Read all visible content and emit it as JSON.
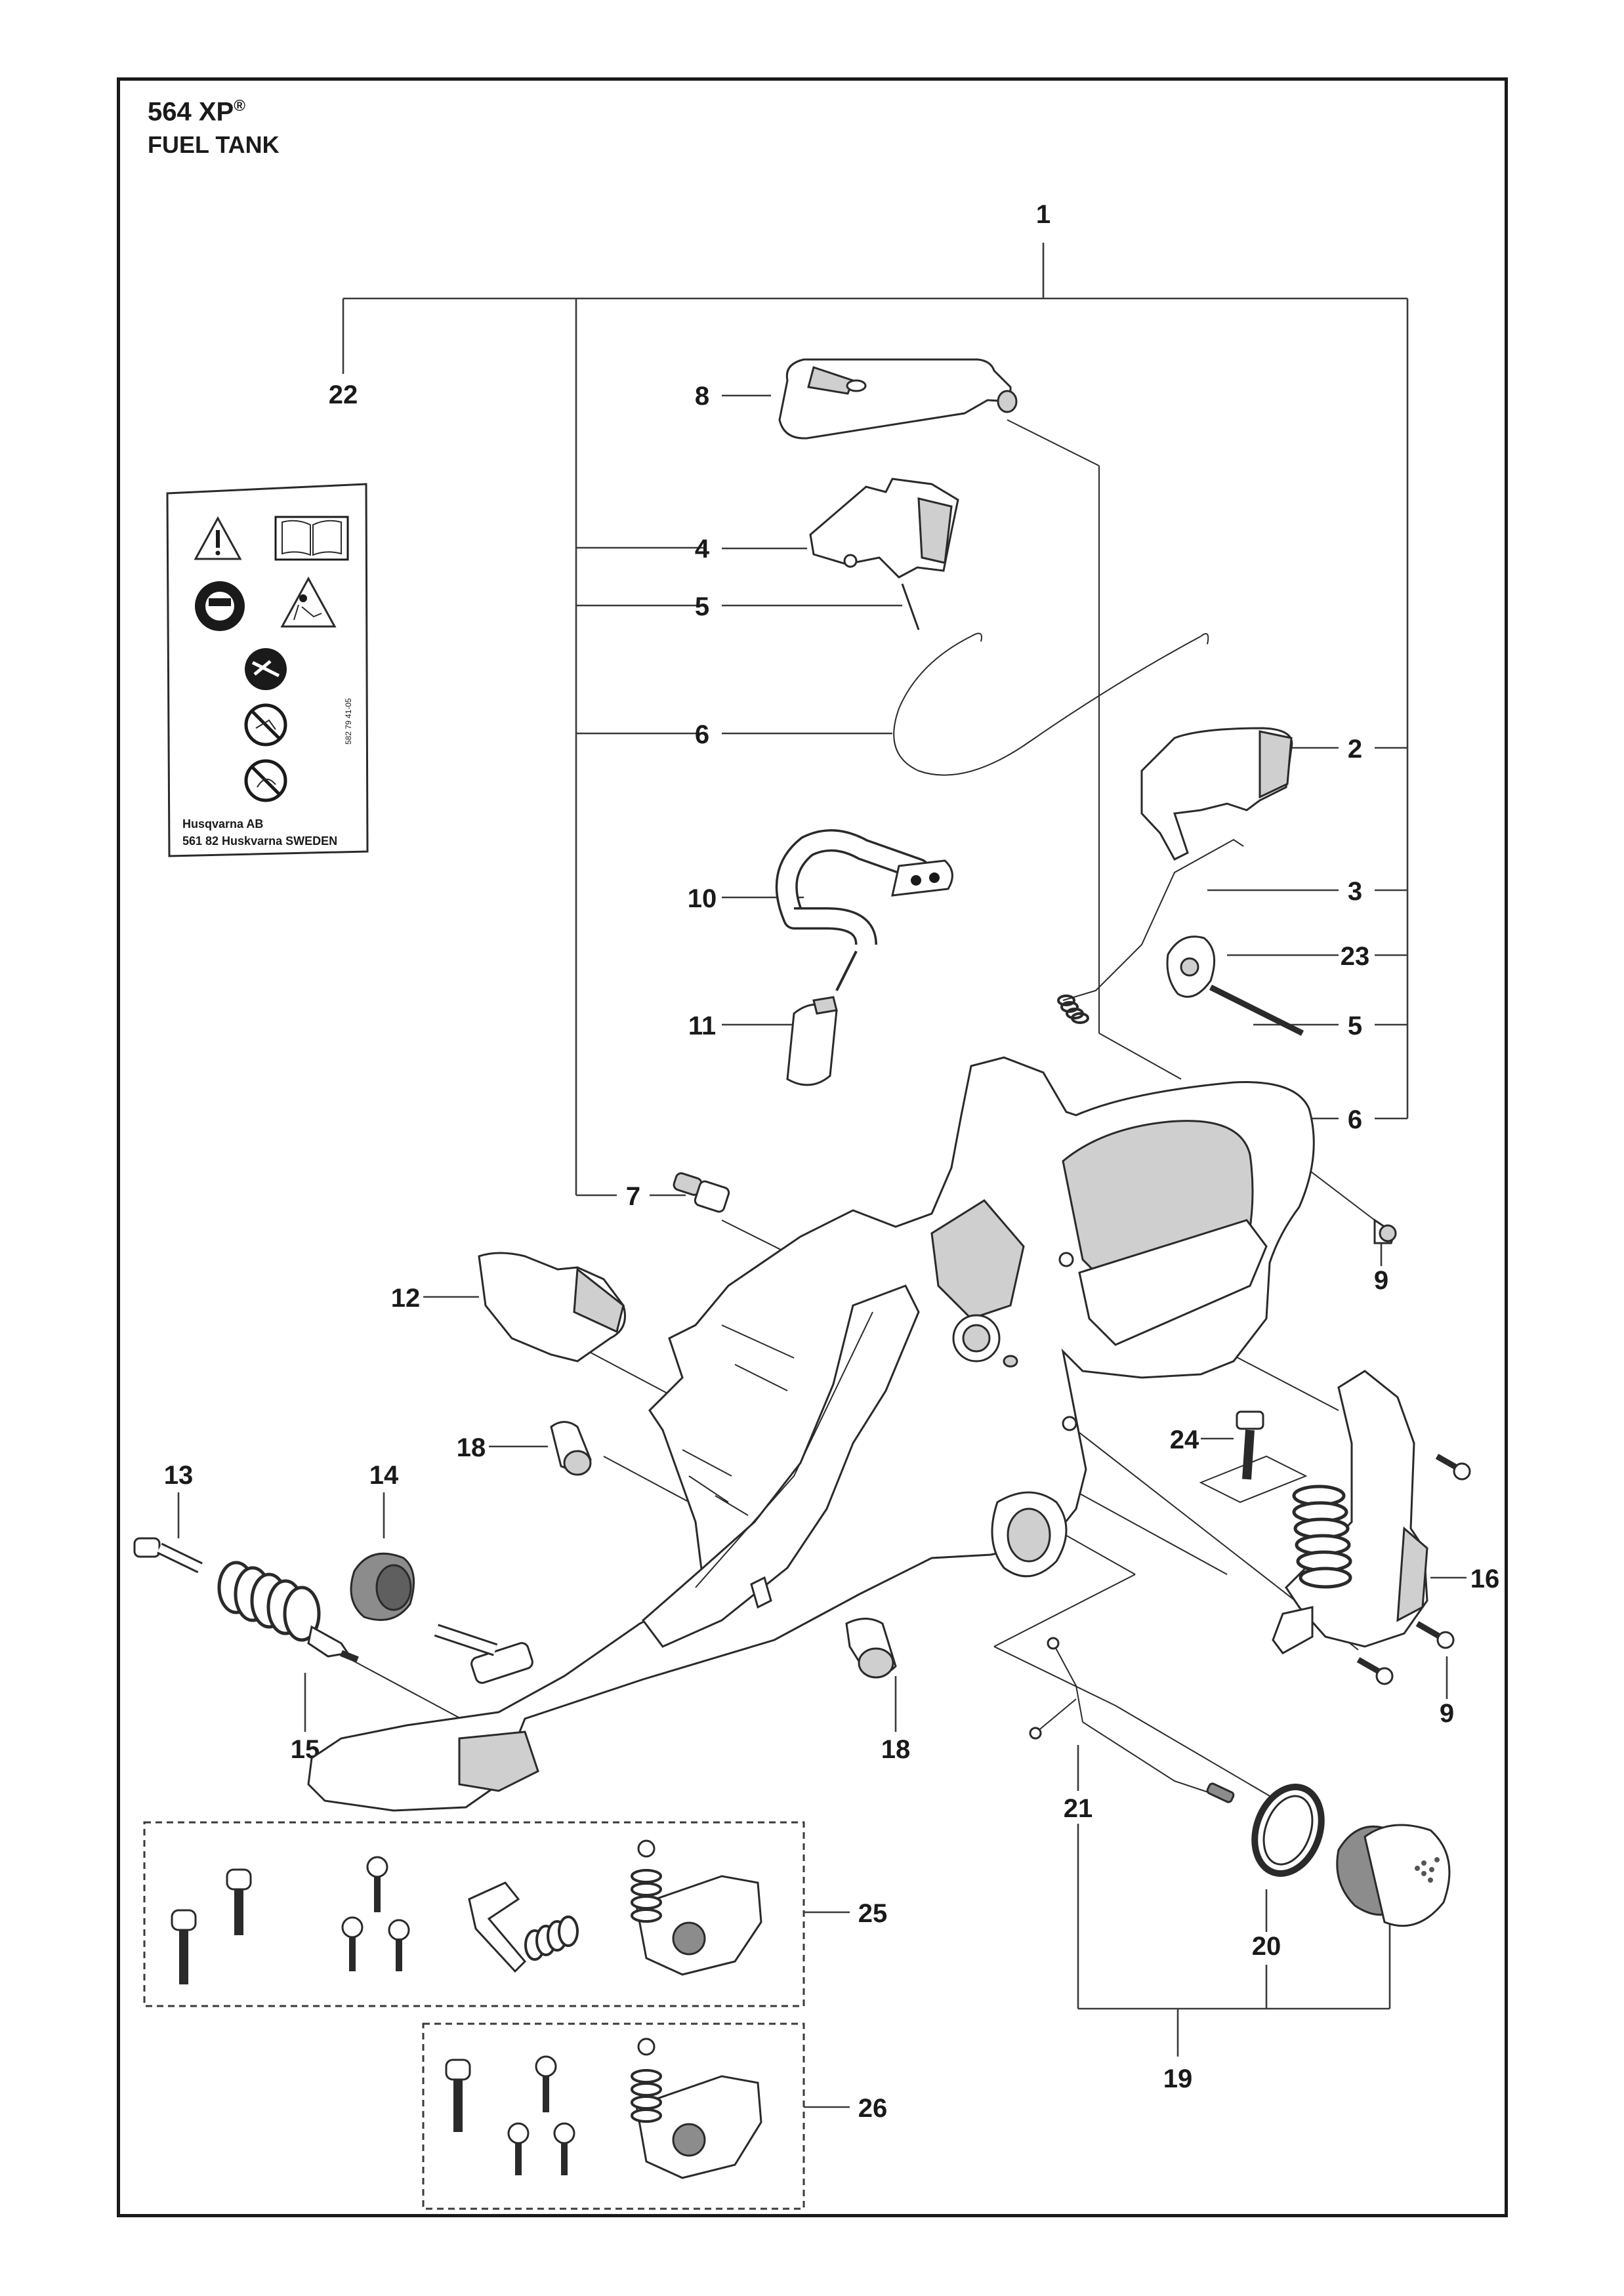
{
  "header": {
    "model": "564 XP",
    "registered_mark": "®",
    "section": "FUEL TANK"
  },
  "label_sticker": {
    "company": "Husqvarna AB",
    "address": "561 82 Huskvarna SWEDEN",
    "code": "582 79 41-05",
    "icons": [
      "warning-triangle-icon",
      "manual-book-icon",
      "ear-eye-protection-icon",
      "kickback-warning-icon",
      "two-hand-operation-icon",
      "no-one-hand-use-icon",
      "no-kickback-contact-icon"
    ]
  },
  "callouts": {
    "c1": "1",
    "c2": "2",
    "c3": "3",
    "c4": "4",
    "c5a": "5",
    "c5b": "5",
    "c6a": "6",
    "c6b": "6",
    "c7": "7",
    "c8": "8",
    "c9a": "9",
    "c9b": "9",
    "c10": "10",
    "c11": "11",
    "c12": "12",
    "c13": "13",
    "c14": "14",
    "c15": "15",
    "c16": "16",
    "c18a": "18",
    "c18b": "18",
    "c19": "19",
    "c20": "20",
    "c21": "21",
    "c22": "22",
    "c23": "23",
    "c24": "24",
    "c25": "25",
    "c26": "26"
  },
  "colors": {
    "line": "#3a3a3a",
    "part_fill": "#ffffff",
    "shade": "#cfcfcf"
  }
}
